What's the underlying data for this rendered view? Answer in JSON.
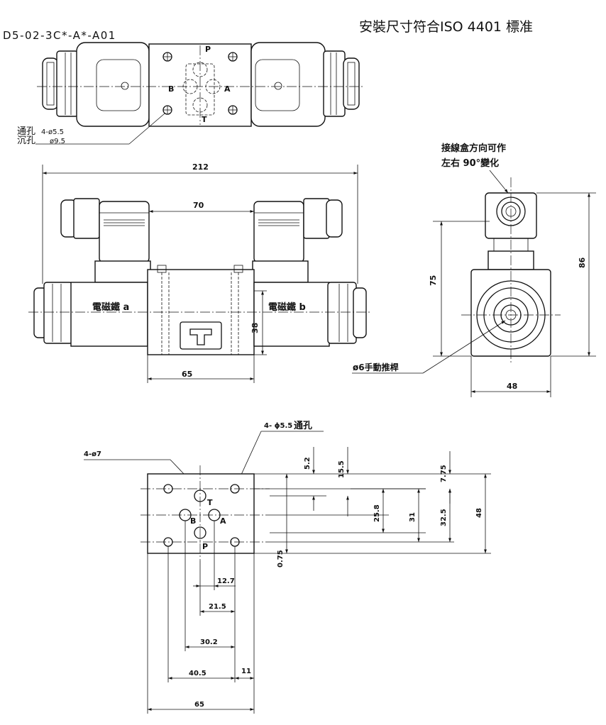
{
  "header": {
    "model": "D5-02-3C*-A*-A01",
    "standard": "安裝尺寸符合ISO 4401 標准"
  },
  "top_view": {
    "port_p": "P",
    "port_a": "A",
    "port_b": "B",
    "port_t": "T",
    "note_thru": "通孔",
    "note_thru_spec": "4-ø5.5",
    "note_sink": "沉孔",
    "note_sink_spec": "ø9.5"
  },
  "front_view": {
    "dim_total": "212",
    "dim_coil_spacing": "70",
    "coil_a": "電磁鐵 a",
    "coil_b": "電磁鐵 b",
    "dim_height": "38",
    "dim_body_width": "65"
  },
  "side_view": {
    "note_line1": "接線盒方向可作",
    "note_line2": "左右 90°變化",
    "dim_75": "75",
    "dim_86": "86",
    "dim_48": "48",
    "manual": "ø6手動推桿"
  },
  "mount_view": {
    "holes_4x7": "4-ø7",
    "thru_spec": "4- ϕ5.5",
    "thru_label": "通孔",
    "port_t": "T",
    "port_b": "B",
    "port_a": "A",
    "port_p": "P",
    "d_5_2": "5.2",
    "d_15_5": "15.5",
    "d_7_75": "7.75",
    "d_25_8": "25.8",
    "d_31": "31",
    "d_32_5": "32.5",
    "d_48": "48",
    "d_0_75": "0.75",
    "d_12_7": "12.7",
    "d_21_5": "21.5",
    "d_30_2": "30.2",
    "d_40_5": "40.5",
    "d_11": "11",
    "d_65": "65"
  }
}
